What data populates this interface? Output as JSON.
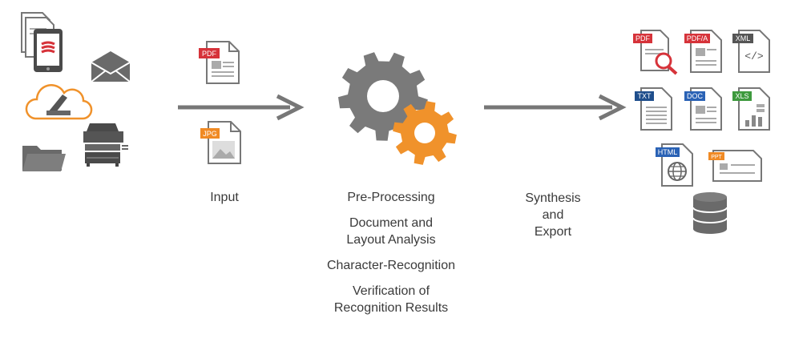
{
  "stages": {
    "input": {
      "label": "Input"
    },
    "processing": {
      "steps": [
        "Pre-Processing",
        "Document and",
        "Layout Analysis",
        "Character-Recognition",
        "Verification of",
        "Recognition Results"
      ]
    },
    "export": {
      "lines": [
        "Synthesis",
        "and",
        "Export"
      ]
    }
  },
  "input_files": [
    {
      "badge": "PDF",
      "color": "#d6333a"
    },
    {
      "badge": "JPG",
      "color": "#f08a24"
    }
  ],
  "output_files": [
    {
      "badge": "PDF",
      "color": "#d6333a"
    },
    {
      "badge": "PDF/A",
      "color": "#d6333a"
    },
    {
      "badge": "XML",
      "color": "#555555"
    },
    {
      "badge": "TXT",
      "color": "#1f4e8c"
    },
    {
      "badge": "DOC",
      "color": "#2a62b5"
    },
    {
      "badge": "XLS",
      "color": "#3e9a3e"
    },
    {
      "badge": "HTML",
      "color": "#2a62b5"
    },
    {
      "badge": "PPT",
      "color": "#f08a24"
    }
  ],
  "icons": {
    "sources": [
      "documents-tablet-icon",
      "envelope-icon",
      "cloud-scanner-icon",
      "folder-icon",
      "copier-icon"
    ],
    "process": "gears-icon",
    "targets": [
      "magnifier-icon",
      "database-icon"
    ]
  },
  "colors": {
    "gray": "#7a7a7a",
    "orange": "#f0922b",
    "arrow": "#777777",
    "red": "#d6333a"
  }
}
